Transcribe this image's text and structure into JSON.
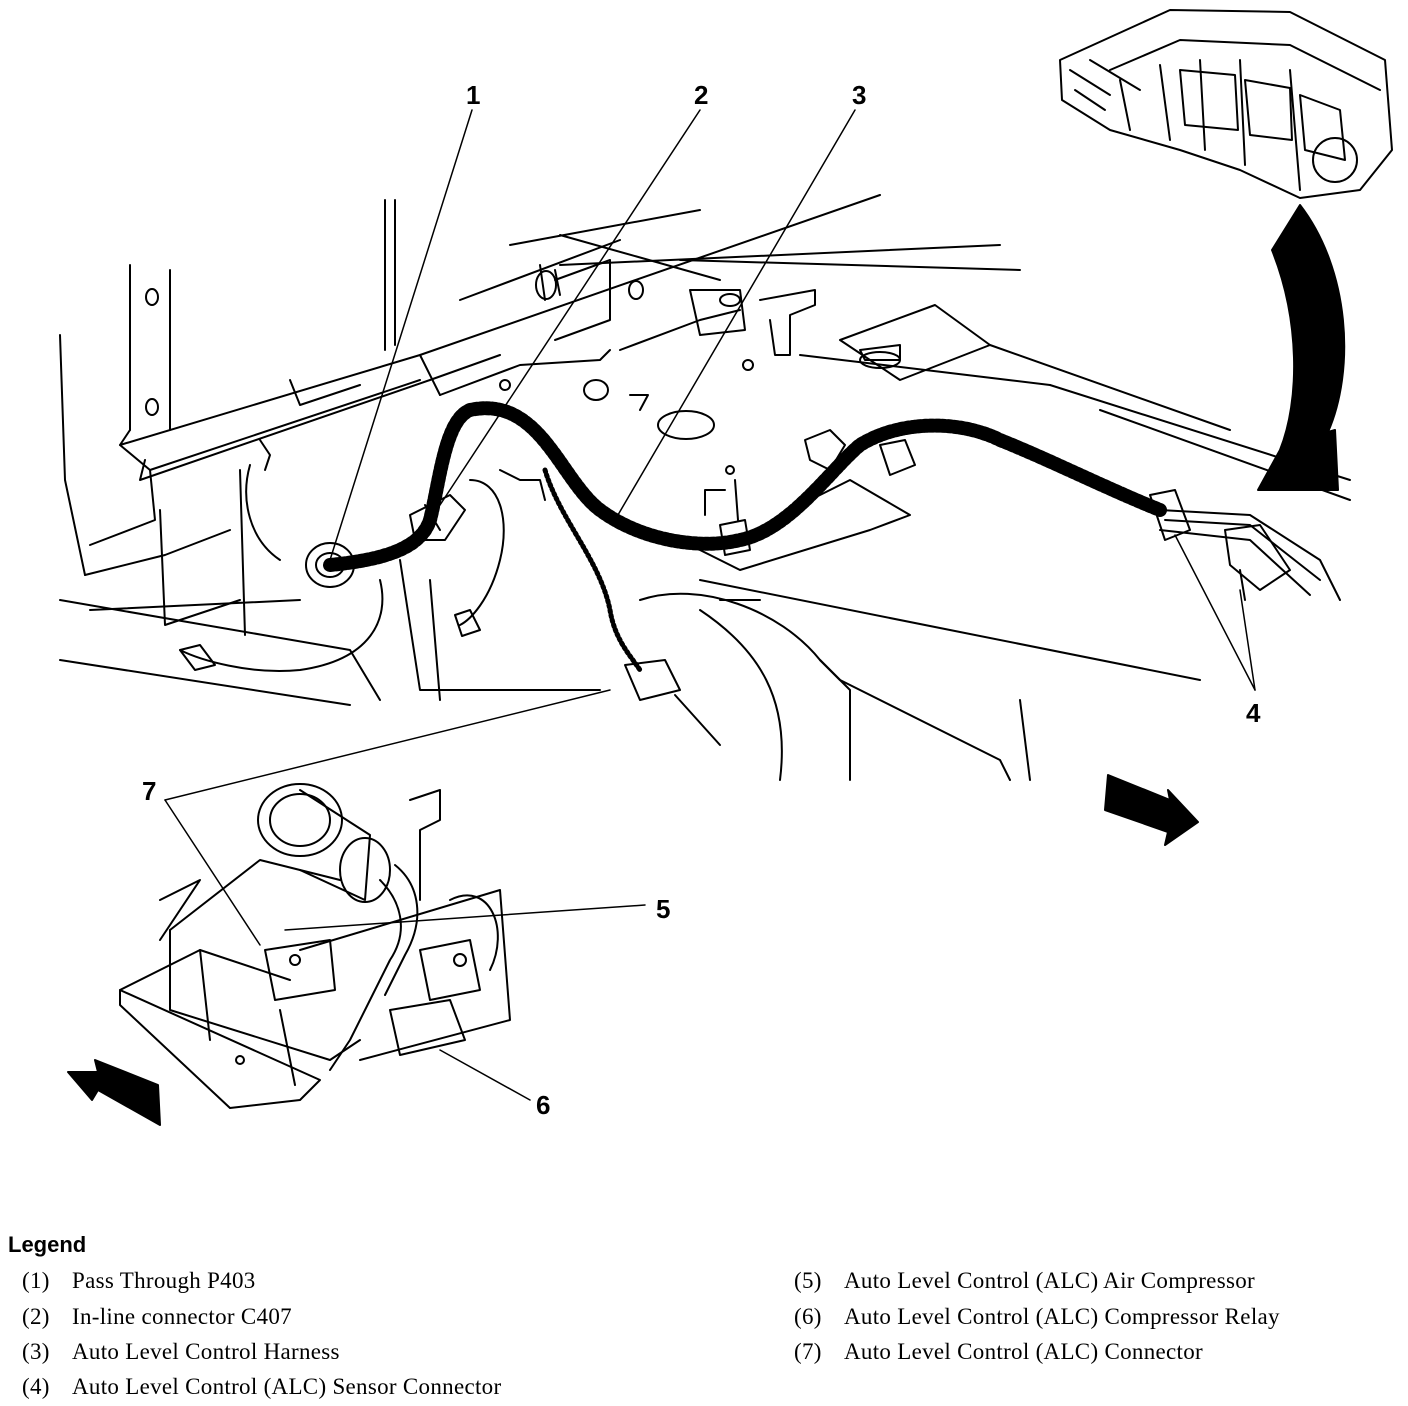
{
  "diagram": {
    "callouts": [
      "1",
      "2",
      "3",
      "4",
      "5",
      "6",
      "7"
    ]
  },
  "legend": {
    "title": "Legend",
    "items": [
      {
        "num": "(1)",
        "text": "Pass Through P403"
      },
      {
        "num": "(2)",
        "text": "In-line connector C407"
      },
      {
        "num": "(3)",
        "text": "Auto Level Control Harness"
      },
      {
        "num": "(4)",
        "text": "Auto Level Control (ALC) Sensor Connector"
      },
      {
        "num": "(5)",
        "text": "Auto Level Control (ALC) Air Compressor"
      },
      {
        "num": "(6)",
        "text": "Auto Level Control (ALC) Compressor Relay"
      },
      {
        "num": "(7)",
        "text": "Auto Level Control (ALC) Connector"
      }
    ]
  }
}
